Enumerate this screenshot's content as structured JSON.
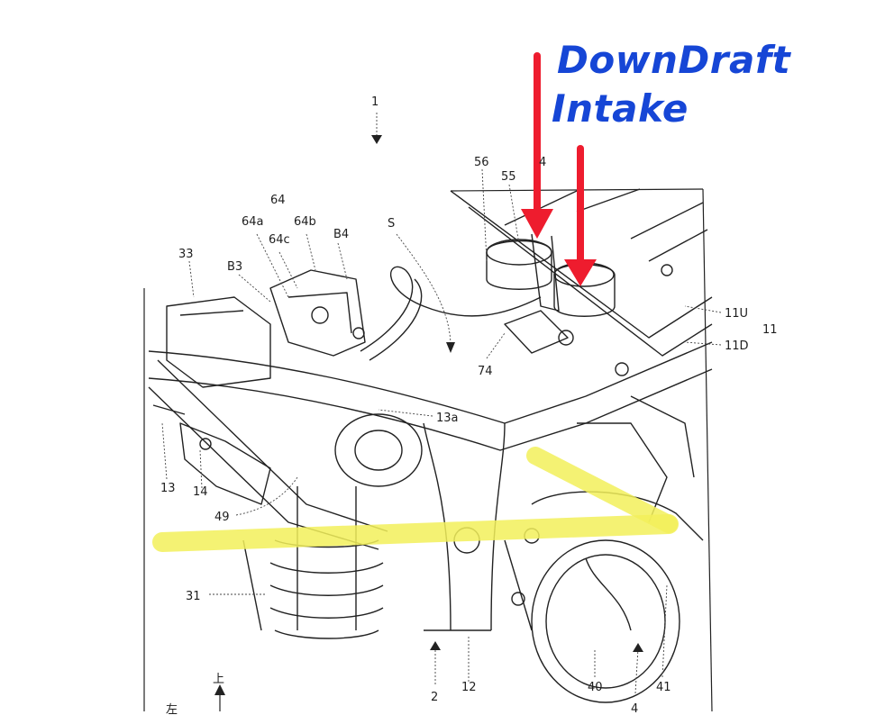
{
  "annotation": {
    "title_line1": "DownDraft",
    "title_line2": "Intake",
    "arrow_color": "#ee1c2e",
    "highlight_color": "#f2f05a",
    "title_color": "#1646d6"
  },
  "labels": {
    "l1": "1",
    "l56": "56",
    "l55": "55",
    "l4top": "4",
    "l64": "64",
    "l64a": "64a",
    "l64b": "64b",
    "l64c": "64c",
    "lB4": "B4",
    "lS": "S",
    "l33": "33",
    "lB3": "B3",
    "l11U": "11U",
    "l11": "11",
    "l11D": "11D",
    "l74": "74",
    "l13a": "13a",
    "l13": "13",
    "l14": "14",
    "l49": "49",
    "l31": "31",
    "l2": "2",
    "l12": "12",
    "l40": "40",
    "l41": "41",
    "l4bottom": "4",
    "lUp": "上",
    "lLeft": "左"
  }
}
